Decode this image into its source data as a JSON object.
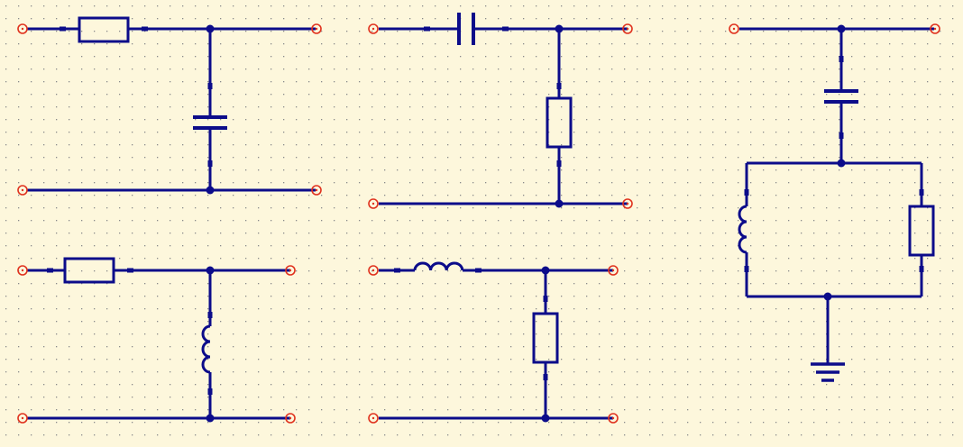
{
  "colors": {
    "background": "#fdf7dc",
    "grid_dot": "#8a8a8a",
    "wire": "#0c0c8a",
    "terminal": "#e0321e"
  },
  "circuits": [
    {
      "id": "rc-lowpass",
      "series": "resistor",
      "shunt": "capacitor"
    },
    {
      "id": "cr-highpass",
      "series": "capacitor",
      "shunt": "resistor"
    },
    {
      "id": "rl-highpass",
      "series": "resistor",
      "shunt": "inductor"
    },
    {
      "id": "lr-lowpass",
      "series": "inductor",
      "shunt": "resistor"
    },
    {
      "id": "c-parallel-lr-to-ground",
      "series": "capacitor",
      "shunt": "inductor-resistor-parallel",
      "ground": "ground-symbol"
    }
  ]
}
